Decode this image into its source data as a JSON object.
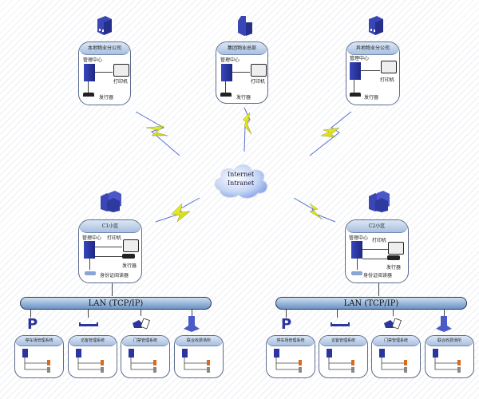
{
  "cloud": {
    "line1": "Internet",
    "line2": "Intranet"
  },
  "top_sites": [
    {
      "title": "本地物业分公司",
      "center": "管理中心",
      "printer": "打印机",
      "issuer": "发行器"
    },
    {
      "title": "集团物业总部",
      "center": "管理中心",
      "printer": "打印机",
      "issuer": "发行器"
    },
    {
      "title": "异地物业分公司",
      "center": "管理中心",
      "printer": "打印机",
      "issuer": "发行器"
    }
  ],
  "communities": [
    {
      "title": "C1小区",
      "center": "管理中心",
      "printer": "打印机",
      "issuer": "发行器",
      "reader": "身份证阅读器",
      "lan": "LAN (TCP/IP)",
      "subsystems": [
        {
          "title": "停车场管理系统",
          "icon": "parking-icon"
        },
        {
          "title": "访客管理系统",
          "icon": "barrier-icon"
        },
        {
          "title": "门禁管理系统",
          "icon": "card-swipe-icon"
        },
        {
          "title": "联合收费场所",
          "icon": "building-icon"
        }
      ]
    },
    {
      "title": "C2小区",
      "center": "管理中心",
      "printer": "打印机",
      "issuer": "发行器",
      "reader": "身份证阅读器",
      "lan": "LAN (TCP/IP)",
      "subsystems": [
        {
          "title": "停车场管理系统",
          "icon": "parking-icon"
        },
        {
          "title": "访客管理系统",
          "icon": "barrier-icon"
        },
        {
          "title": "门禁管理系统",
          "icon": "card-swipe-icon"
        },
        {
          "title": "联合收费场所",
          "icon": "building-icon"
        }
      ]
    }
  ],
  "colors": {
    "accent": "#2b35a0",
    "lightning": "#f5f514",
    "header": "#a9c0e0"
  }
}
